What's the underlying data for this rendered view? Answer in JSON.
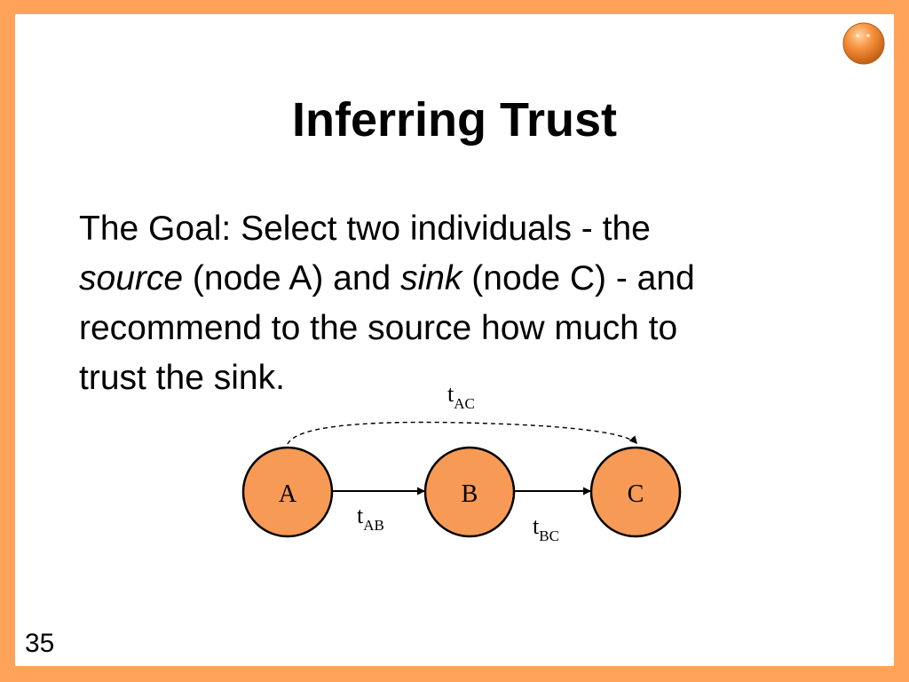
{
  "slide": {
    "title": "Inferring Trust",
    "body": {
      "line1": "The Goal: Select two individuals - the",
      "source_word": "source",
      "mid1": " (node A) and ",
      "sink_word": "sink",
      "mid2": " (node C) - and",
      "line3": "recommend to the source how much to",
      "line4": "trust the sink."
    },
    "page_number": "35"
  },
  "colors": {
    "frame": "#ffa35a",
    "node_fill": "#f79a55",
    "node_stroke": "#000000"
  },
  "diagram": {
    "nodes": [
      {
        "id": "A",
        "label": "A"
      },
      {
        "id": "B",
        "label": "B"
      },
      {
        "id": "C",
        "label": "C"
      }
    ],
    "edges": [
      {
        "from": "A",
        "to": "B",
        "label_base": "t",
        "label_sub": "AB",
        "style": "solid"
      },
      {
        "from": "B",
        "to": "C",
        "label_base": "t",
        "label_sub": "BC",
        "style": "solid"
      },
      {
        "from": "A",
        "to": "C",
        "label_base": "t",
        "label_sub": "AC",
        "style": "dashed"
      }
    ]
  }
}
